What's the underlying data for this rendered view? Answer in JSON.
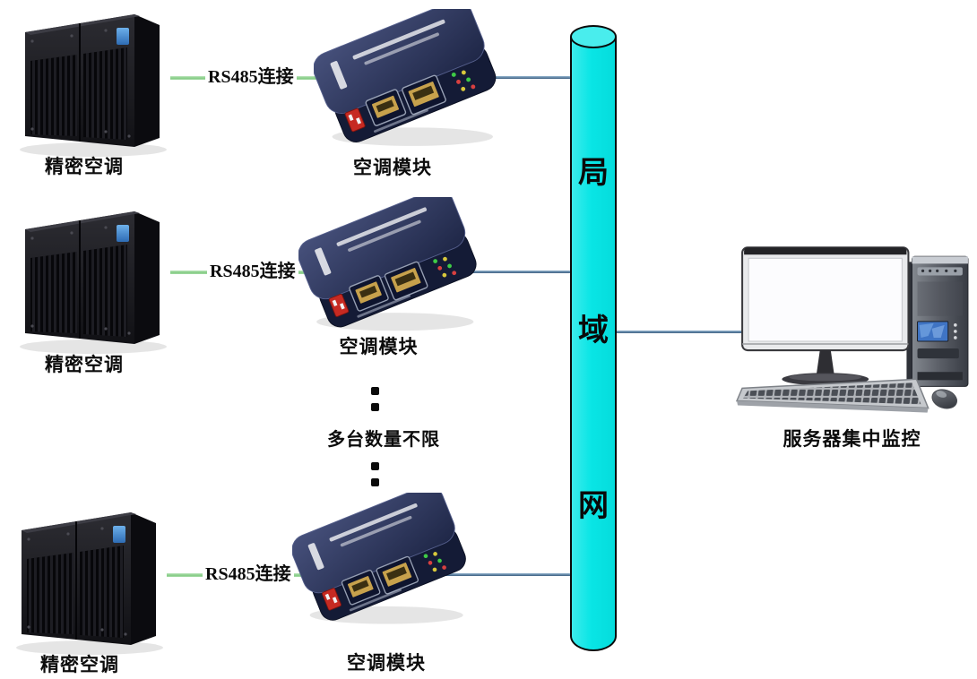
{
  "rows": [
    {
      "server_label": "精密空调",
      "link_label": "RS485连接",
      "module_label": "空调模块"
    },
    {
      "server_label": "精密空调",
      "link_label": "RS485连接",
      "module_label": "空调模块"
    },
    {
      "server_label": "精密空调",
      "link_label": "RS485连接",
      "module_label": "空调模块"
    }
  ],
  "ellipsis_note": "多台数量不限",
  "lan_pipe": {
    "char_top": "局",
    "char_middle": "域",
    "char_bottom": "网",
    "full_text": "局域网"
  },
  "pc": {
    "label": "服务器集中监控"
  },
  "colors": {
    "lan_pipe_fill": "#0de9e9",
    "rs485_link_green": "#8fd48f",
    "lan_link_blue": "#56799c",
    "module_body_navy": "#2a3458",
    "ac_screen_blue": "#4a90d8"
  }
}
